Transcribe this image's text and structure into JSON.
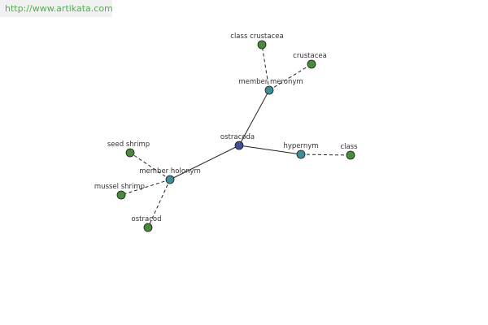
{
  "source_url": "http://www.artikata.com",
  "colors": {
    "center": "#3f4f93",
    "relation": "#3e8f95",
    "leaf": "#4a8a3c"
  },
  "nodes": {
    "center": "ostracoda",
    "member_meronym": "member meronym",
    "class_crustacea": "class crustacea",
    "crustacea": "crustacea",
    "hypernym": "hypernym",
    "class": "class",
    "member_holonym": "member holonym",
    "seed_shrimp": "seed shrimp",
    "mussel_shrimp": "mussel shrimp",
    "ostracod": "ostracod"
  }
}
